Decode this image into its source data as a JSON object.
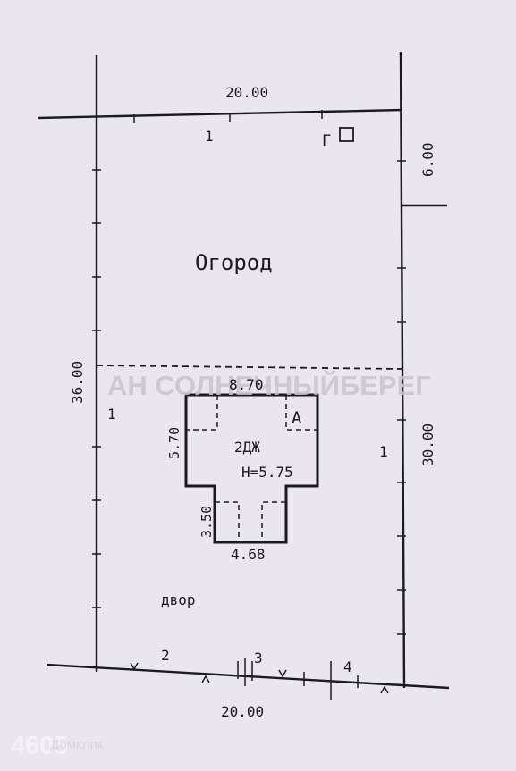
{
  "plan": {
    "dims": {
      "top_width": "20.00",
      "bottom_width": "20.00",
      "left_total": "36.00",
      "right_top": "6.00",
      "right_bottom": "30.00",
      "house_width": "8.70",
      "house_depth": "5.70",
      "porch_depth": "3.50",
      "porch_width": "4.68"
    },
    "areas": {
      "garden": "Огород",
      "yard": "двор"
    },
    "building": {
      "code": "2ДЖ",
      "height": "H=5.75",
      "letter": "А",
      "outbuilding": "Г"
    },
    "boundary_numbers": {
      "top": "1",
      "left": "1",
      "right": "1",
      "b2": "2",
      "b3": "3",
      "b4": "4"
    }
  },
  "watermark": "АН СОЛНЕЧНЫЙБЕРЕГ",
  "corner": {
    "number": "4605",
    "brand": "Домклик"
  },
  "colors": {
    "background": "#e9e6ee",
    "ink": "#1a1a22"
  }
}
